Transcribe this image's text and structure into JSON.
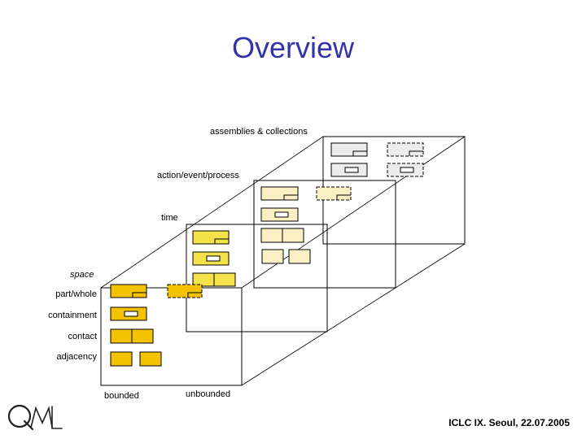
{
  "title": "Overview",
  "layers": [
    {
      "label": "space",
      "color": "#f5c200"
    },
    {
      "label": "time",
      "color": "#f3e24a"
    },
    {
      "label": "action/event/process",
      "color": "#fbf0c4"
    },
    {
      "label": "assemblies & collections",
      "color": "#ececec"
    }
  ],
  "row_labels": [
    "part/whole",
    "containment",
    "contact",
    "adjacency"
  ],
  "column_labels": {
    "bounded": "bounded",
    "unbounded": "unbounded"
  },
  "footer": "ICLC IX. Seoul, 22.07.2005",
  "logo": {
    "text": "QML"
  }
}
